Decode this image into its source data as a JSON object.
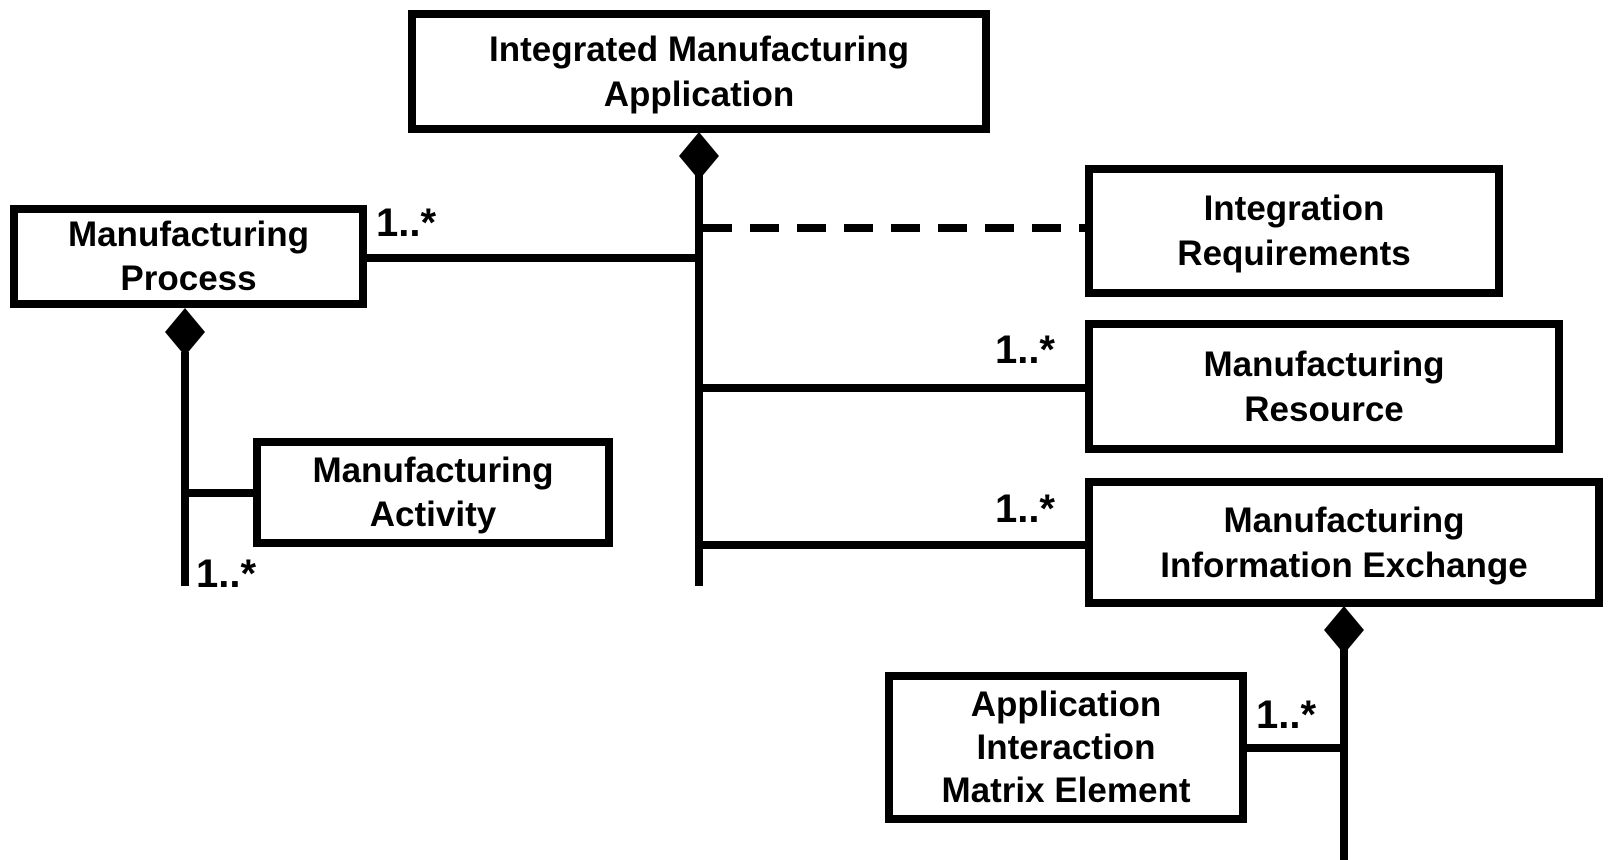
{
  "diagram": {
    "kind": "uml-composition-diagram",
    "background_color": "#ffffff",
    "line_color": "#000000",
    "text_color": "#000000"
  },
  "nodes": {
    "integrated_manufacturing_application": {
      "label": "Integrated Manufacturing Application",
      "lines": [
        "Integrated Manufacturing",
        "Application"
      ]
    },
    "manufacturing_process": {
      "label": "Manufacturing Process",
      "lines": [
        "Manufacturing",
        "Process"
      ]
    },
    "integration_requirements": {
      "label": "Integration Requirements",
      "lines": [
        "Integration",
        "Requirements"
      ]
    },
    "manufacturing_resource": {
      "label": "Manufacturing Resource",
      "lines": [
        "Manufacturing",
        "Resource"
      ]
    },
    "manufacturing_information_exchange": {
      "label": "Manufacturing Information Exchange",
      "lines": [
        "Manufacturing",
        "Information Exchange"
      ]
    },
    "manufacturing_activity": {
      "label": "Manufacturing Activity",
      "lines": [
        "Manufacturing",
        "Activity"
      ]
    },
    "application_interaction_matrix_element": {
      "label": "Application Interaction Matrix Element",
      "lines": [
        "Application",
        "Interaction",
        "Matrix Element"
      ]
    }
  },
  "edges": [
    {
      "from": "integrated_manufacturing_application",
      "to": "manufacturing_process",
      "type": "composition",
      "multiplicity": "1..*"
    },
    {
      "from": "integrated_manufacturing_application",
      "to": "integration_requirements",
      "type": "dashed",
      "multiplicity": ""
    },
    {
      "from": "integrated_manufacturing_application",
      "to": "manufacturing_resource",
      "type": "composition",
      "multiplicity": "1..*"
    },
    {
      "from": "integrated_manufacturing_application",
      "to": "manufacturing_information_exchange",
      "type": "composition",
      "multiplicity": "1..*"
    },
    {
      "from": "manufacturing_process",
      "to": "manufacturing_activity",
      "type": "composition",
      "multiplicity": "1..*"
    },
    {
      "from": "manufacturing_information_exchange",
      "to": "application_interaction_matrix_element",
      "type": "composition",
      "multiplicity": "1..*"
    }
  ]
}
